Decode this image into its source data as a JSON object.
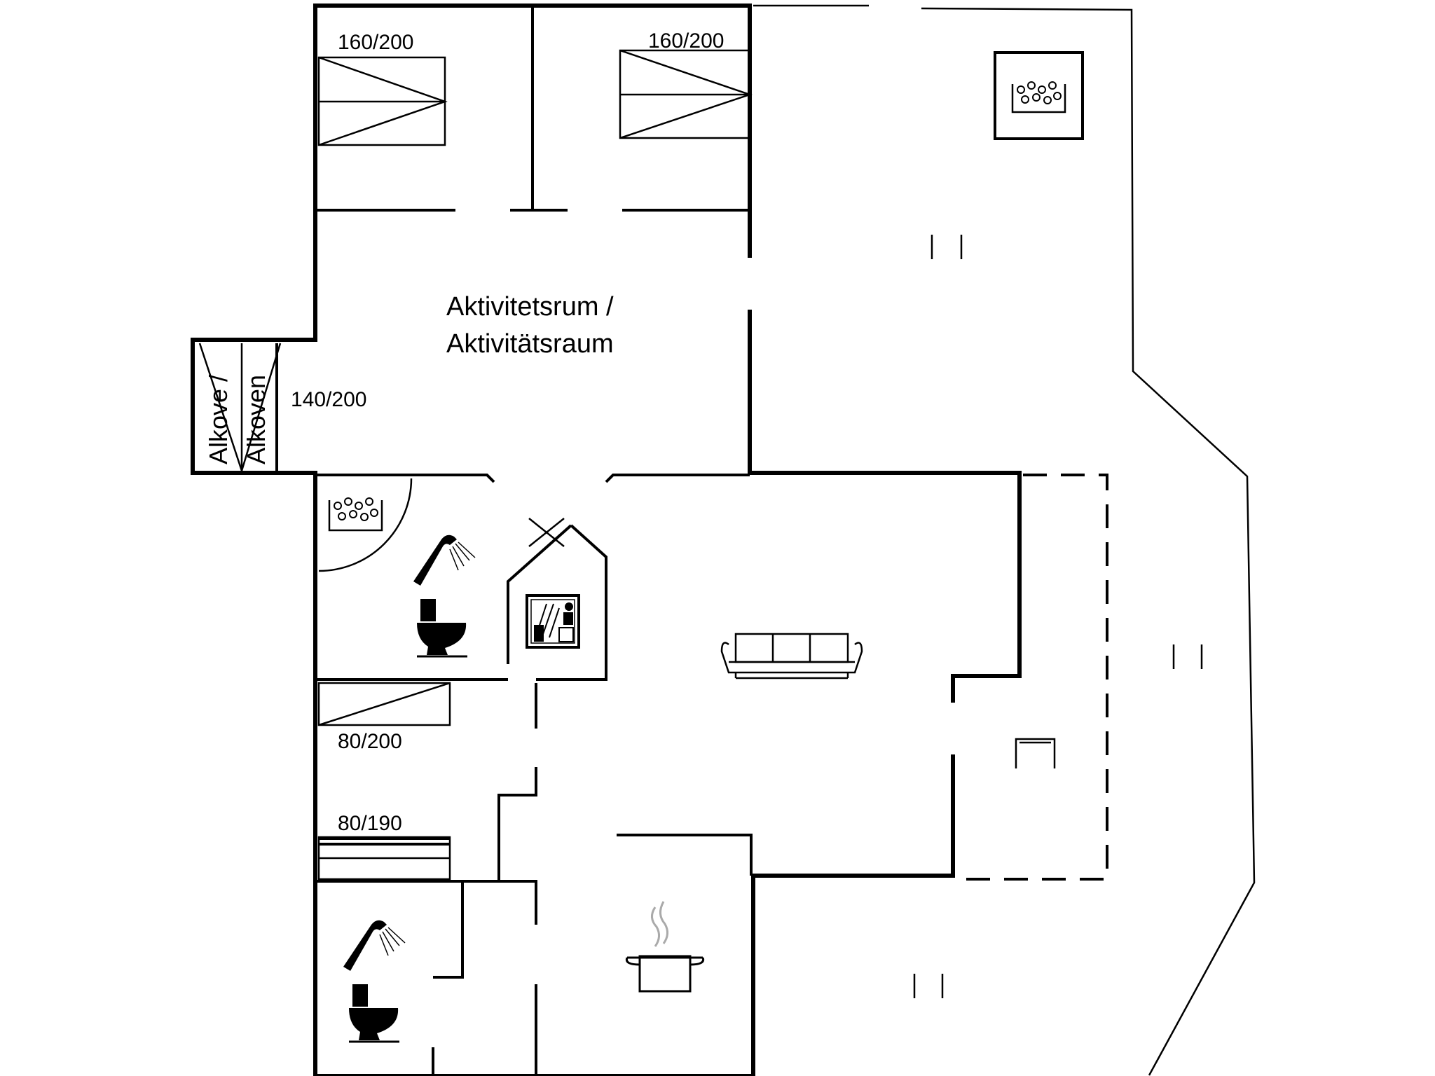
{
  "room": {
    "line1": "Aktivitetsrum /",
    "line2": "Aktivitätsraum"
  },
  "alcove": {
    "line1": "Alkove /",
    "line2": "Alkoven"
  },
  "beds": {
    "bed_top_left": "160/200",
    "bed_top_right": "160/200",
    "bed_alcove": "140/200",
    "bed_single_1": "80/200",
    "bed_single_2": "80/190"
  },
  "icons": [
    "hot-tub-icon",
    "shower-icon",
    "toilet-icon",
    "sauna-icon",
    "sofa-icon",
    "cooking-pot-icon",
    "chair-icon"
  ],
  "colors": {
    "lines": "#000000",
    "background": "#ffffff",
    "steam": "#aaaaaa"
  }
}
